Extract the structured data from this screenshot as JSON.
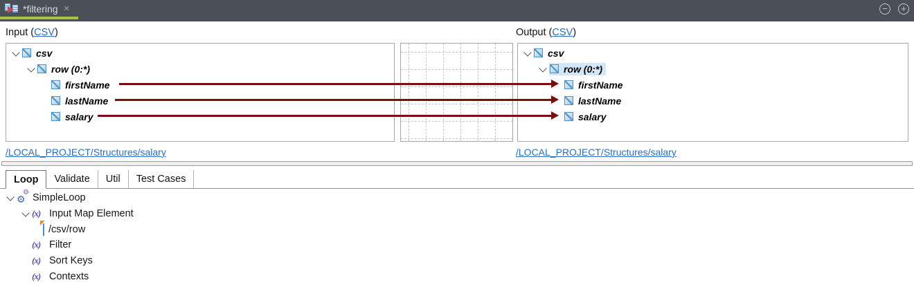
{
  "editor": {
    "tab_title": "*filtering",
    "icons": {
      "close": "✕",
      "minimize": "−",
      "maximize": "+"
    }
  },
  "input_panel": {
    "label_prefix": "Input (",
    "format_link": "CSV",
    "label_suffix": ")",
    "structure_link": "/LOCAL_PROJECT/Structures/salary",
    "tree": [
      {
        "label": "csv",
        "level": 0,
        "expanded": true
      },
      {
        "label": "row (0:*)",
        "level": 1,
        "expanded": true
      },
      {
        "label": "firstName",
        "level": 2
      },
      {
        "label": "lastName",
        "level": 2
      },
      {
        "label": "salary",
        "level": 2
      }
    ]
  },
  "output_panel": {
    "label_prefix": "Output (",
    "format_link": "CSV",
    "label_suffix": ")",
    "structure_link": "/LOCAL_PROJECT/Structures/salary",
    "selected_node": "row (0:*)",
    "tree": [
      {
        "label": "csv",
        "level": 0,
        "expanded": true
      },
      {
        "label": "row (0:*)",
        "level": 1,
        "expanded": true,
        "selected": true
      },
      {
        "label": "firstName",
        "level": 2
      },
      {
        "label": "lastName",
        "level": 2
      },
      {
        "label": "salary",
        "level": 2
      }
    ]
  },
  "mappings": [
    {
      "from": "firstName",
      "to": "firstName"
    },
    {
      "from": "lastName",
      "to": "lastName"
    },
    {
      "from": "salary",
      "to": "salary"
    }
  ],
  "bottom_panel": {
    "tabs": [
      {
        "label": "Loop",
        "active": true
      },
      {
        "label": "Validate",
        "active": false
      },
      {
        "label": "Util",
        "active": false
      },
      {
        "label": "Test Cases",
        "active": false
      }
    ],
    "tree": [
      {
        "label": "SimpleLoop",
        "icon": "gears-icon",
        "expanded": true
      },
      {
        "label": "Input Map Element",
        "icon": "function-icon",
        "expanded": true
      },
      {
        "label": "/csv/row",
        "icon": "element-ref-icon"
      },
      {
        "label": "Filter",
        "icon": "function-icon"
      },
      {
        "label": "Sort Keys",
        "icon": "function-icon"
      },
      {
        "label": "Contexts",
        "icon": "function-icon"
      }
    ]
  },
  "colors": {
    "tab_bar_bg": "#4b4f57",
    "active_tab_underline": "#a9c23f",
    "mapping_line": "#7a0d0d",
    "link": "#2a6db8",
    "selection_bg": "#cfe7f8"
  }
}
